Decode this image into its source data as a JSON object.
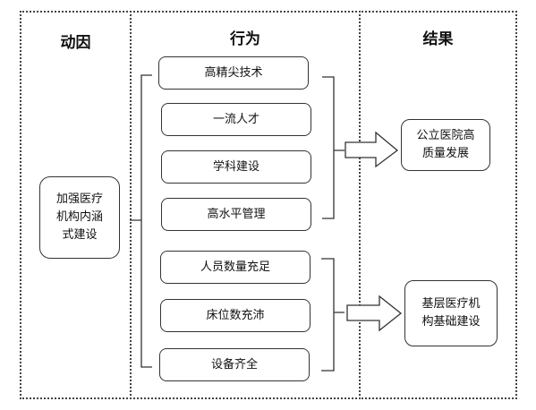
{
  "columns": {
    "cause": "动因",
    "behavior": "行为",
    "result": "结果"
  },
  "cause_box": {
    "line1": "加强医疗",
    "line2": "机构内涵",
    "line3": "式建设"
  },
  "behaviors": {
    "group1": [
      "高精尖技术",
      "一流人才",
      "学科建设",
      "高水平管理"
    ],
    "group2": [
      "人员数量充足",
      "床位数充沛",
      "设备齐全"
    ]
  },
  "results": {
    "r1": {
      "line1": "公立医院高",
      "line2": "质量发展"
    },
    "r2": {
      "line1": "基层医疗机",
      "line2": "构基础建设"
    }
  }
}
